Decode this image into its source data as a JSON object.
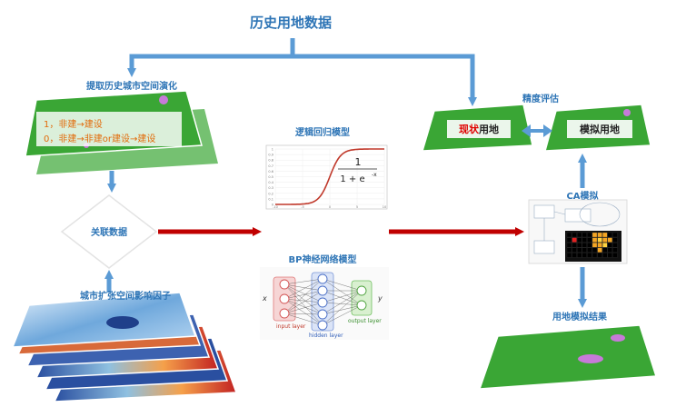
{
  "title": "历史用地数据",
  "extract": {
    "label": "提取历史城市空间演化",
    "rule1": "1，非建→建设",
    "rule2": "0，非建→非建or建设→建设"
  },
  "association": {
    "label": "关联数据"
  },
  "factors": {
    "label": "城市扩张空间影响因子"
  },
  "logistic": {
    "label": "逻辑回归模型",
    "formula_num": "1",
    "formula_den": "1 + e",
    "formula_exp": "-x",
    "y_ticks": [
      "1",
      "0.9",
      "0.8",
      "0.7",
      "0.6",
      "0.5",
      "0.4",
      "0.3",
      "0.2",
      "0.1",
      "0"
    ],
    "x_ticks": [
      "-10",
      "-5",
      "0",
      "5",
      "10"
    ]
  },
  "bp": {
    "label": "BP神经网络模型",
    "input_layer": "input layer",
    "hidden_layer": "hidden layer",
    "output_layer": "output layer",
    "x_label": "x",
    "y_label": "y"
  },
  "accuracy": {
    "label": "精度评估"
  },
  "current": {
    "highlight": "现状",
    "rest": "用地"
  },
  "simulated": {
    "highlight": "模拟",
    "rest": "用地"
  },
  "ca": {
    "label": "CA模拟"
  },
  "result": {
    "label": "用地模拟结果"
  },
  "colors": {
    "arrow_blue": "#5b9bd5",
    "arrow_red": "#c00000",
    "label_blue": "#2e75b6",
    "rule_orange": "#e26b0a",
    "map_green": "#3aa635",
    "map_purple": "#c77ad9",
    "sigmoid_red": "#c0392b",
    "current_red": "#e00000"
  }
}
